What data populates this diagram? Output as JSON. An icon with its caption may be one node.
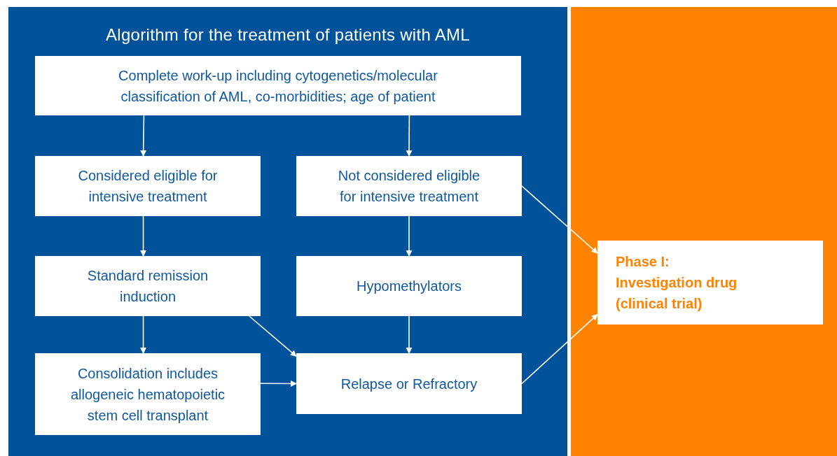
{
  "diagram": {
    "nodes": [
      {
        "text": [
          "Algorithm for the treatment of patients with AML"
        ]
      },
      {
        "text": [
          "Complete work-up including cytogenetics/molecular classification of AML, co-morbidities; age of patient"
        ],
        "in": 0
      },
      {
        "text": [
          "Considered eligible for intensive treatment"
        ],
        "in": 0
      },
      {
        "text": [
          "Not considered eligible for intensive treatment"
        ],
        "in": 0
      },
      {
        "text": [
          "Standard remission induction"
        ],
        "in": 0
      },
      {
        "text": [
          "Hypomethylators"
        ],
        "in": 0
      },
      {
        "text": [
          "Consolidation includes allogeneic hematopoietic stem cell transplant"
        ],
        "in": 0
      },
      {
        "text": [
          "Relapse or Refractory"
        ],
        "in": 0
      },
      {
        "text": [],
        "shape": "box"
      },
      {
        "text": [
          "Phase I:",
          "Investigation drug (clinical trial)"
        ],
        "in": 8
      }
    ],
    "edges": [
      {
        "from": 1,
        "to": 2,
        "arrow": "to"
      },
      {
        "from": 1,
        "to": 3,
        "arrow": "to"
      },
      {
        "from": 2,
        "to": 4,
        "arrow": "to"
      },
      {
        "from": 3,
        "to": 5,
        "arrow": "to"
      },
      {
        "from": 4,
        "to": 6,
        "arrow": "to"
      },
      {
        "from": 4,
        "to": 7,
        "arrow": "to"
      },
      {
        "from": 5,
        "to": 7,
        "arrow": "to"
      },
      {
        "from": 6,
        "to": 7,
        "arrow": "to"
      },
      {
        "from": 3,
        "to": 9,
        "arrow": "to"
      },
      {
        "from": 7,
        "to": 9,
        "arrow": "to"
      }
    ]
  }
}
